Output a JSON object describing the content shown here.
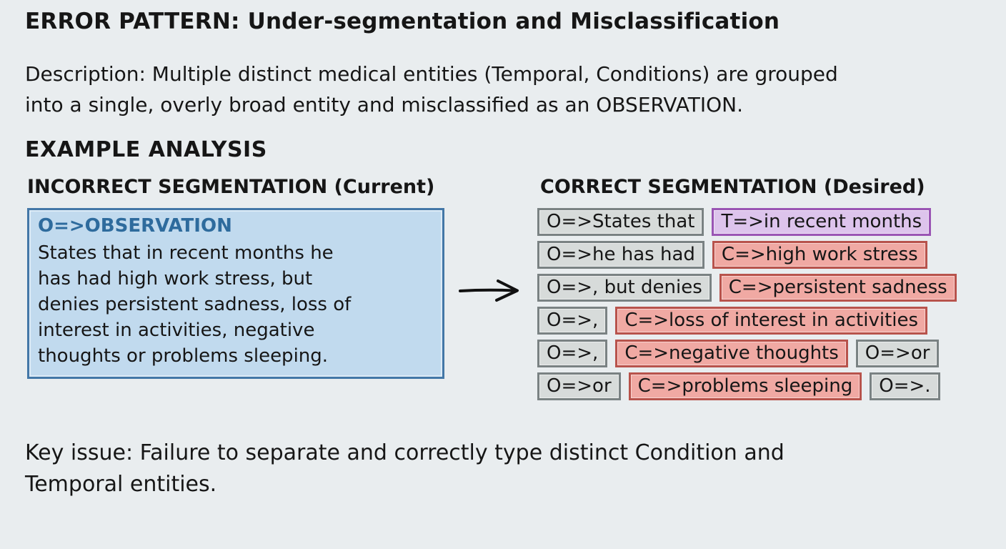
{
  "header": {
    "title": "ERROR PATTERN: Under-segmentation and Misclassification",
    "description_lines": [
      "Description: Multiple distinct medical entities (Temporal, Conditions) are grouped",
      "into a single, overly broad entity and misclassified as an OBSERVATION."
    ]
  },
  "sections": {
    "example_heading": "EXAMPLE ANALYSIS"
  },
  "incorrect": {
    "heading": "INCORRECT SEGMENTATION (Current)",
    "entity_label": "O=>OBSERVATION",
    "entity_lines": [
      "States that in recent months he",
      "has had high work stress, but",
      "denies persistent sadness, loss of",
      "interest in activities, negative",
      "thoughts or problems sleeping."
    ]
  },
  "arrow": {
    "icon": "right-arrow"
  },
  "correct": {
    "heading": "CORRECT SEGMENTATION (Desired)",
    "rows": [
      [
        {
          "type": "observation",
          "label": "O=>States that"
        },
        {
          "type": "temporal",
          "label": "T=>in recent months"
        }
      ],
      [
        {
          "type": "observation",
          "label": "O=>he has had"
        },
        {
          "type": "condition",
          "label": "C=>high work stress"
        }
      ],
      [
        {
          "type": "observation",
          "label": "O=>, but denies"
        },
        {
          "type": "condition",
          "label": "C=>persistent sadness"
        }
      ],
      [
        {
          "type": "observation",
          "label": "O=>,"
        },
        {
          "type": "condition",
          "label": "C=>loss of interest in activities"
        }
      ],
      [
        {
          "type": "observation",
          "label": "O=>,"
        },
        {
          "type": "condition",
          "label": "C=>negative thoughts"
        },
        {
          "type": "observation",
          "label": "O=>or"
        }
      ],
      [
        {
          "type": "observation",
          "label": "O=>or"
        },
        {
          "type": "condition",
          "label": "C=>problems sleeping"
        },
        {
          "type": "observation",
          "label": "O=>."
        }
      ]
    ]
  },
  "footer": {
    "key_issue_lines": [
      "Key issue: Failure to separate and correctly type distinct Condition and",
      "Temporal entities."
    ]
  },
  "colors": {
    "background": "#e9edef",
    "observation_fill": "#d7dbda",
    "observation_border": "#7a8283",
    "temporal_fill": "#ddc4ec",
    "temporal_border": "#9a55b4",
    "condition_fill": "#f0a9a3",
    "condition_border": "#b8534c",
    "incorrect_box_fill": "#c1daee",
    "incorrect_box_border": "#4377a7",
    "observation_label_text": "#2e6b9d",
    "text": "#161616"
  }
}
